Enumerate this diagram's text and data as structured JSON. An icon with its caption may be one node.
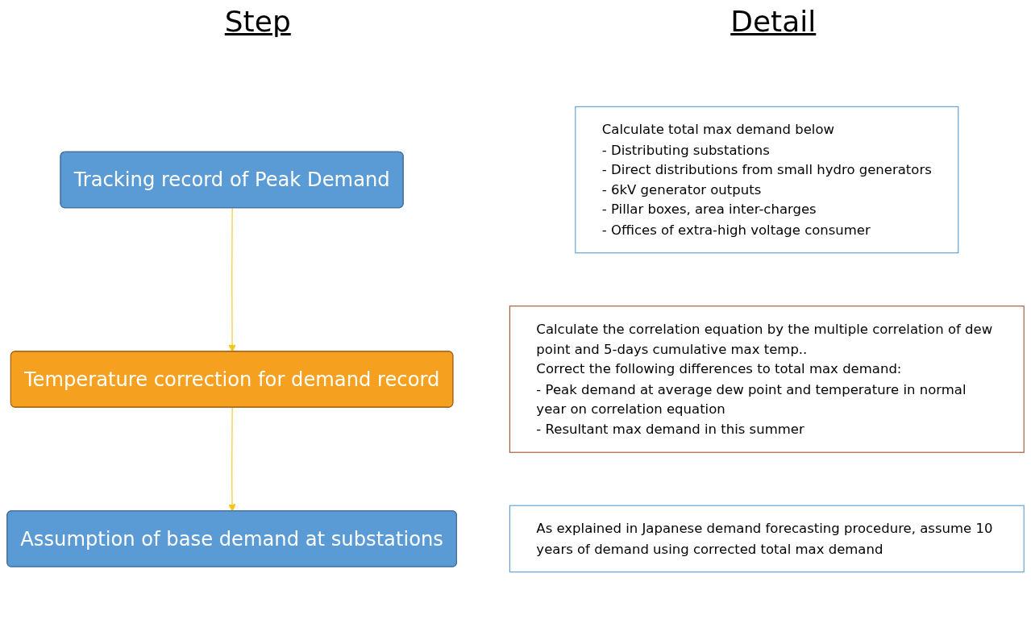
{
  "diagram": {
    "nodes": [
      {
        "text": [
          "Tracking record of Peak Demand"
        ]
      },
      {
        "text": [
          "Calculate total max demand below",
          "- Distributing substations",
          "- Direct distributions from small hydro generators",
          "- 6kV generator outputs",
          "- Pillar boxes, area inter-charges",
          "- Offices of extra-high voltage consumer"
        ]
      },
      {
        "text": [
          "Temperature correction for demand record"
        ]
      },
      {
        "text": [
          "Calculate the correlation equation by the multiple correlation of dew point and 5-days cumulative max temp..",
          "Correct the following differences to total max demand:",
          "- Peak demand at average dew point and temperature in normal year on correlation equation",
          "- Resultant max demand in this summer"
        ]
      },
      {
        "text": [
          "Assumption of base demand at substations"
        ]
      },
      {
        "text": [
          "As explained in Japanese demand forecasting procedure, assume 10 years of demand using corrected total max demand"
        ]
      }
    ],
    "edges": [
      {
        "from": 0,
        "to": 2,
        "arrow": "to",
        "color": "#f5c518"
      },
      {
        "from": 2,
        "to": 4,
        "arrow": "to",
        "color": "#f5c518"
      }
    ],
    "labels": [
      "Step",
      "Detail"
    ]
  }
}
